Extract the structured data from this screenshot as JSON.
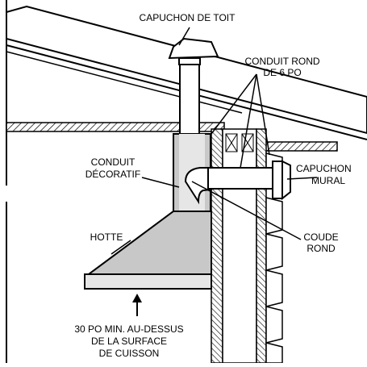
{
  "diagram": {
    "labels": {
      "roof_cap": "CAPUCHON DE TOIT",
      "round_duct_line1": "CONDUIT ROND",
      "round_duct_line2": "DE 6 PO",
      "decorative_duct_line1": "CONDUIT",
      "decorative_duct_line2": "DÉCORATIF",
      "wall_cap_line1": "CAPUCHON",
      "wall_cap_line2": "MURAL",
      "round_elbow_line1": "COUDE",
      "round_elbow_line2": "ROND",
      "hood": "HOTTE",
      "clearance_line1": "30 PO MIN. AU-DESSUS",
      "clearance_line2": "DE LA SURFACE",
      "clearance_line3": "DE CUISSON"
    },
    "colors": {
      "stroke": "#000000",
      "fill_grey": "#c8c8c8",
      "fill_light": "#e6e6e6",
      "background": "#ffffff"
    }
  }
}
